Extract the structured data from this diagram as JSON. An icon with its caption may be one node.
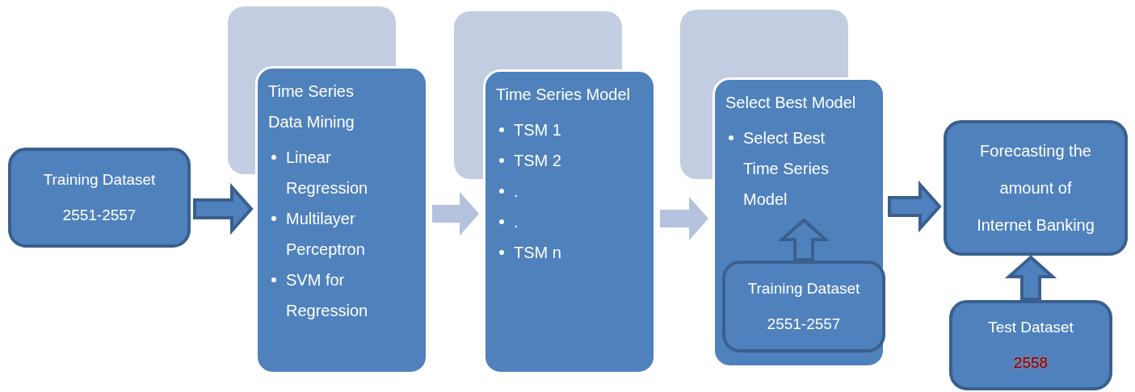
{
  "diagram": {
    "nodes": [
      {
        "text": [
          "Training Dataset",
          "2551-2557"
        ]
      },
      {
        "text": [
          "Time Series Data Mining",
          "Linear Regression",
          "Multilayer Perceptron",
          "SVM for Regression"
        ]
      },
      {
        "text": [
          "Time Series Model",
          "TSM 1",
          "TSM 2",
          ".",
          ".",
          "TSM n"
        ]
      },
      {
        "text": [
          "Select Best Model",
          "Select Best Time Series Model"
        ]
      },
      {
        "text": [
          "Training Dataset",
          "2551-2557"
        ],
        "in": 3
      },
      {
        "text": [
          "Forecasting the amount of Internet Banking"
        ]
      },
      {
        "text": [
          "Test Dataset",
          "2558"
        ]
      }
    ],
    "edges": [
      {
        "from": 0,
        "to": 1,
        "arrow": "to"
      },
      {
        "from": 1,
        "to": 2,
        "arrow": "to",
        "color": "#b3c2dd"
      },
      {
        "from": 2,
        "to": 3,
        "arrow": "to",
        "color": "#b3c2dd"
      },
      {
        "from": 3,
        "to": 5,
        "arrow": "to"
      },
      {
        "from": 4,
        "to": 3,
        "arrow": "to"
      },
      {
        "from": 6,
        "to": 5,
        "arrow": "to"
      }
    ]
  }
}
